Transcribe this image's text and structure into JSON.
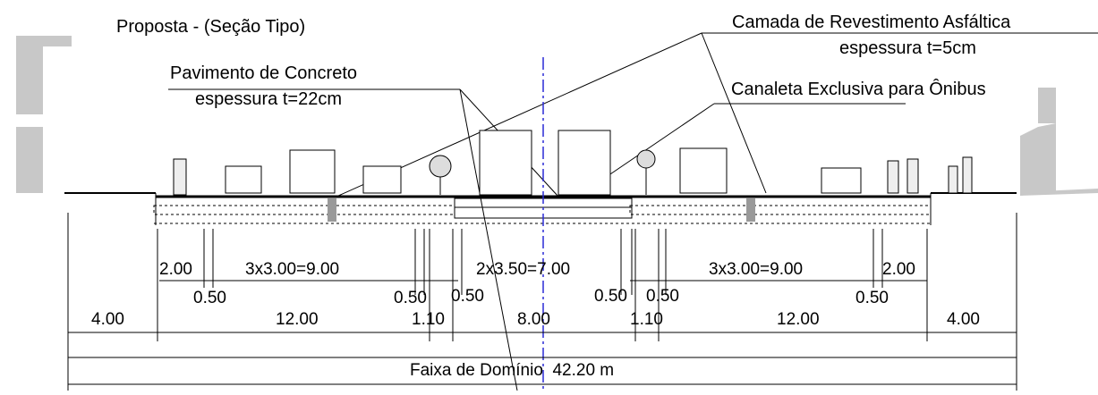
{
  "title": "Proposta - (Seção Tipo)",
  "callouts": {
    "asphalt_line1": "Camada de Revestimento Asfáltica",
    "asphalt_line2": "espessura t=5cm",
    "concrete_line1": "Pavimento de Concreto",
    "concrete_line2": "espessura t=22cm",
    "bus_lane": "Canaleta Exclusiva para Ônibus"
  },
  "dimensions": {
    "left_sidewalk": "4.00",
    "left_roadway": "12.00",
    "left_median": "1.10",
    "center_busway": "8.00",
    "right_median": "1.10",
    "right_roadway": "12.00",
    "right_sidewalk": "4.00",
    "left_shoulder": "2.00",
    "left_lanes": "3x3.00=9.00",
    "bus_lanes": "2x3.50=7.00",
    "right_lanes": "3x3.00=9.00",
    "right_shoulder": "2.00",
    "offset_a": "0.50",
    "offset_b": "0.50",
    "offset_c": "0.50",
    "offset_d": "0.50",
    "offset_e": "0.50",
    "offset_f": "0.50"
  },
  "right_of_way": {
    "label": "Faixa de Domínio",
    "value": "42.20 m"
  },
  "colors": {
    "line": "#000000",
    "building": "#c8c8c8",
    "axis": "#2b2bd6"
  }
}
